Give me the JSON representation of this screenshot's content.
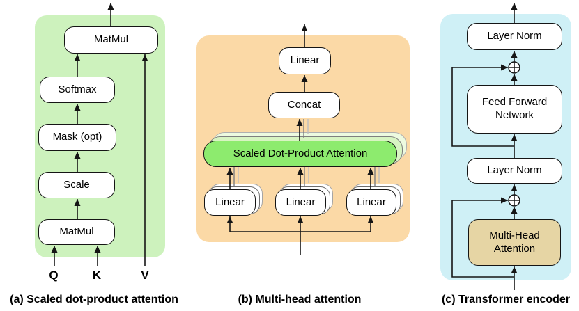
{
  "panel_a": {
    "caption": "(a) Scaled dot-product attention",
    "matmul_top": "MatMul",
    "softmax": "Softmax",
    "mask": "Mask (opt)",
    "scale": "Scale",
    "matmul_bottom": "MatMul",
    "input_q": "Q",
    "input_k": "K",
    "input_v": "V"
  },
  "panel_b": {
    "caption": "(b) Multi-head attention",
    "linear_out": "Linear",
    "concat": "Concat",
    "attention": "Scaled Dot-Product Attention",
    "linear_left": "Linear",
    "linear_mid": "Linear",
    "linear_right": "Linear"
  },
  "panel_c": {
    "caption": "(c) Transformer encoder",
    "layer_norm_top": "Layer Norm",
    "feed_forward": "Feed Forward Network",
    "layer_norm_mid": "Layer Norm",
    "multi_head_attention": "Multi-Head Attention"
  },
  "colors": {
    "panel_a_bg": "#cdf2bd",
    "panel_b_bg": "#fbd9a6",
    "panel_c_bg": "#cff0f6",
    "attention_green": "#8deb6e",
    "attention_shadow1": "#d8f4c2",
    "attention_shadow2": "#edfae0",
    "mha_fill": "#e6d5a4",
    "line": "#151515"
  }
}
